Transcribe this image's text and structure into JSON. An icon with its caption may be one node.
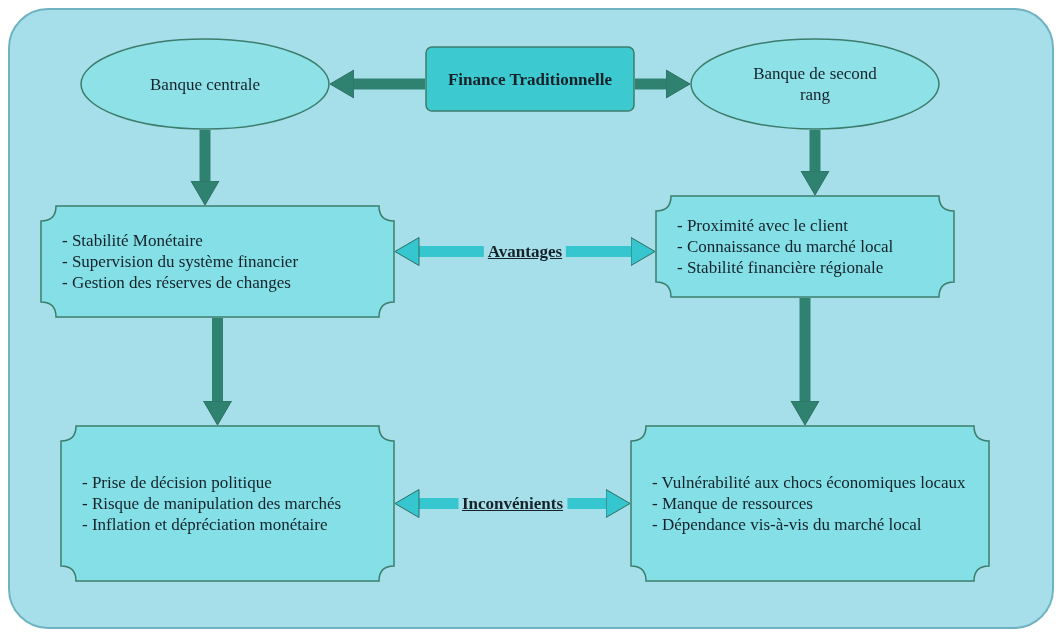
{
  "diagram": {
    "nodes": [
      {
        "text": [
          "Finance Traditionnelle"
        ]
      },
      {
        "text": [
          "Banque centrale"
        ]
      },
      {
        "text": [
          "Banque de second rang"
        ]
      },
      {
        "text": [
          "- Stabilité Monétaire",
          "- Supervision du système financier",
          "- Gestion des réserves de changes"
        ]
      },
      {
        "text": [
          "- Proximité avec le client",
          "- Connaissance du marché local",
          "- Stabilité financière régionale"
        ]
      },
      {
        "text": [
          "- Prise de décision politique",
          "- Risque de manipulation des marchés",
          "- Inflation et dépréciation monétaire"
        ]
      },
      {
        "text": [
          "- Vulnérabilité aux chocs économiques locaux",
          "- Manque de ressources",
          "- Dépendance vis-à-vis du marché local"
        ]
      }
    ],
    "edges": [
      {
        "from": 0,
        "to": 1,
        "arrow": "to"
      },
      {
        "from": 0,
        "to": 2,
        "arrow": "to"
      },
      {
        "from": 1,
        "to": 3,
        "arrow": "to"
      },
      {
        "from": 2,
        "to": 4,
        "arrow": "to"
      },
      {
        "from": 3,
        "to": 4,
        "arrow": "both",
        "label": "Avantages",
        "color": "#35c6cf"
      },
      {
        "from": 3,
        "to": 5,
        "arrow": "to"
      },
      {
        "from": 4,
        "to": 6,
        "arrow": "to"
      },
      {
        "from": 5,
        "to": 6,
        "arrow": "both",
        "label": "Inconvénients",
        "color": "#35c6cf"
      }
    ]
  }
}
